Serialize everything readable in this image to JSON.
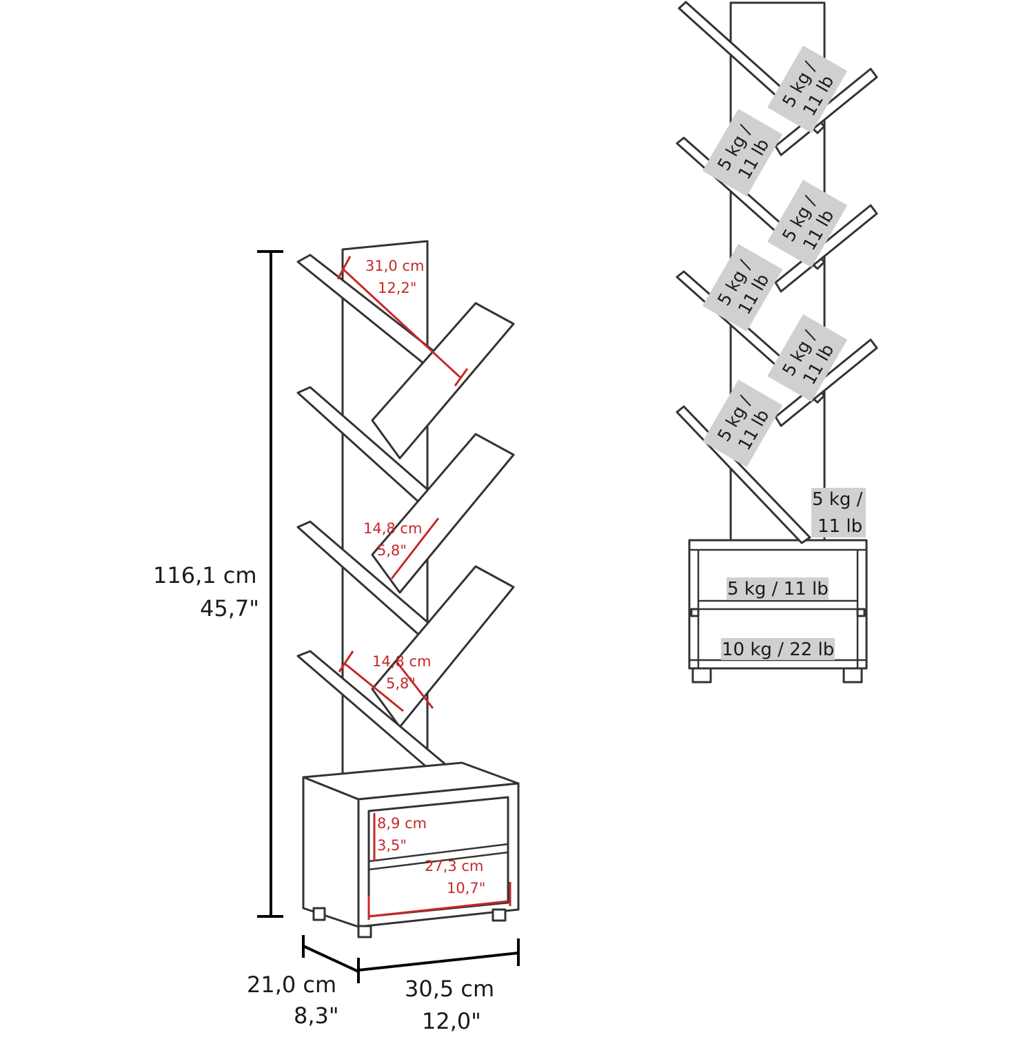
{
  "overall_dimensions": {
    "height_cm": "116,1 cm",
    "height_in": "45,7\"",
    "depth_cm": "21,0 cm",
    "depth_in": "8,3\"",
    "width_cm": "30,5 cm",
    "width_in": "12,0\""
  },
  "detail_dimensions": [
    {
      "cm": "31,0 cm",
      "in": "12,2\""
    },
    {
      "cm": "14,8 cm",
      "in": "5,8\""
    },
    {
      "cm": "14,8 cm",
      "in": "5,8\""
    },
    {
      "cm": "8,9 cm",
      "in": "3,5\""
    },
    {
      "cm": "27,3 cm",
      "in": "10,7\""
    }
  ],
  "load_labels": {
    "shelf_line1": "5 kg /",
    "shelf_line2": "11 lb",
    "lowest_shelf_line1": "5 kg /",
    "lowest_shelf_line2": "11 lb",
    "cabinet_shelf": "5 kg / 11 lb",
    "cabinet_bottom": "10 kg / 22 lb"
  },
  "colors": {
    "dimension_red": "#c62828",
    "label_background": "#d0d0d0",
    "outline": "#333333"
  }
}
